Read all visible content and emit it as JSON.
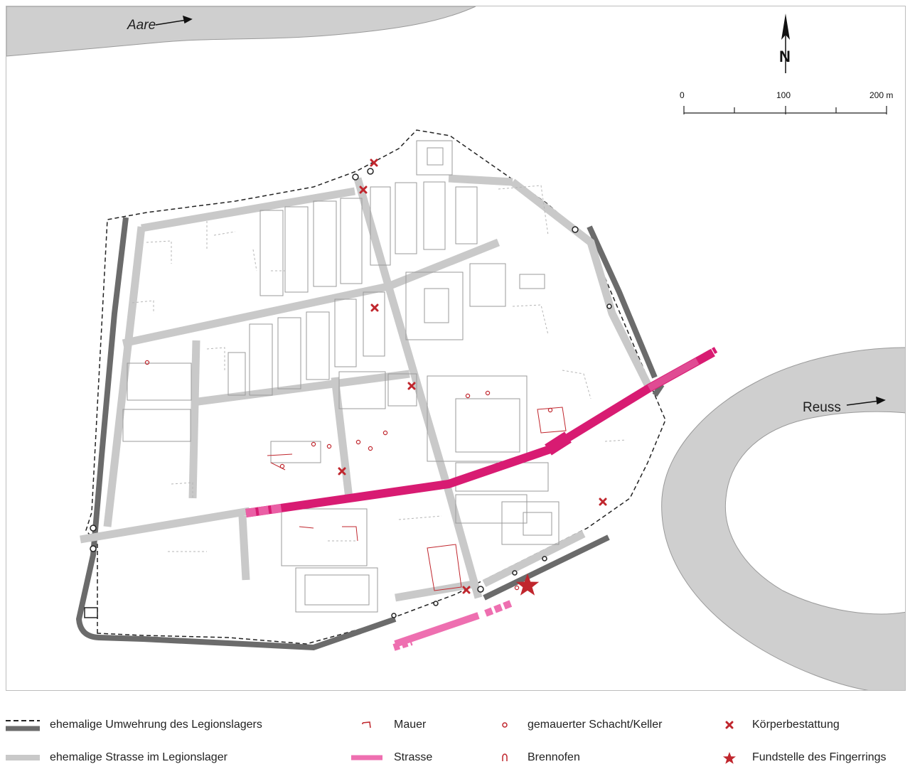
{
  "map": {
    "rivers": {
      "aare_label": "Aare",
      "reuss_label": "Reuss"
    },
    "north_arrow": {
      "letter": "N"
    },
    "scale_bar": {
      "ticks": [
        "0",
        "100",
        "200 m"
      ]
    },
    "colors": {
      "river": "#cfcfcf",
      "river_edge": "#9a9a9a",
      "fortification": "#6b6b6b",
      "camp_road": "#c9c9c9",
      "road": "#d81b72",
      "road_light": "#ee6fb0",
      "wall": "#6e6e6e",
      "find_marker": "#c0262d"
    }
  },
  "legend": {
    "items": [
      {
        "key": "fortification",
        "label": "ehemalige Umwehrung des Legionslagers"
      },
      {
        "key": "camp-road",
        "label": "ehemalige Strasse im Legionslager"
      },
      {
        "key": "wall",
        "label": "Mauer"
      },
      {
        "key": "road",
        "label": "Strasse"
      },
      {
        "key": "shaft",
        "label": "gemauerter Schacht/Keller"
      },
      {
        "key": "kiln",
        "label": "Brennofen"
      },
      {
        "key": "burial",
        "label": "Körperbestattung"
      },
      {
        "key": "find-spot",
        "label": "Fundstelle des Fingerrings"
      }
    ]
  }
}
